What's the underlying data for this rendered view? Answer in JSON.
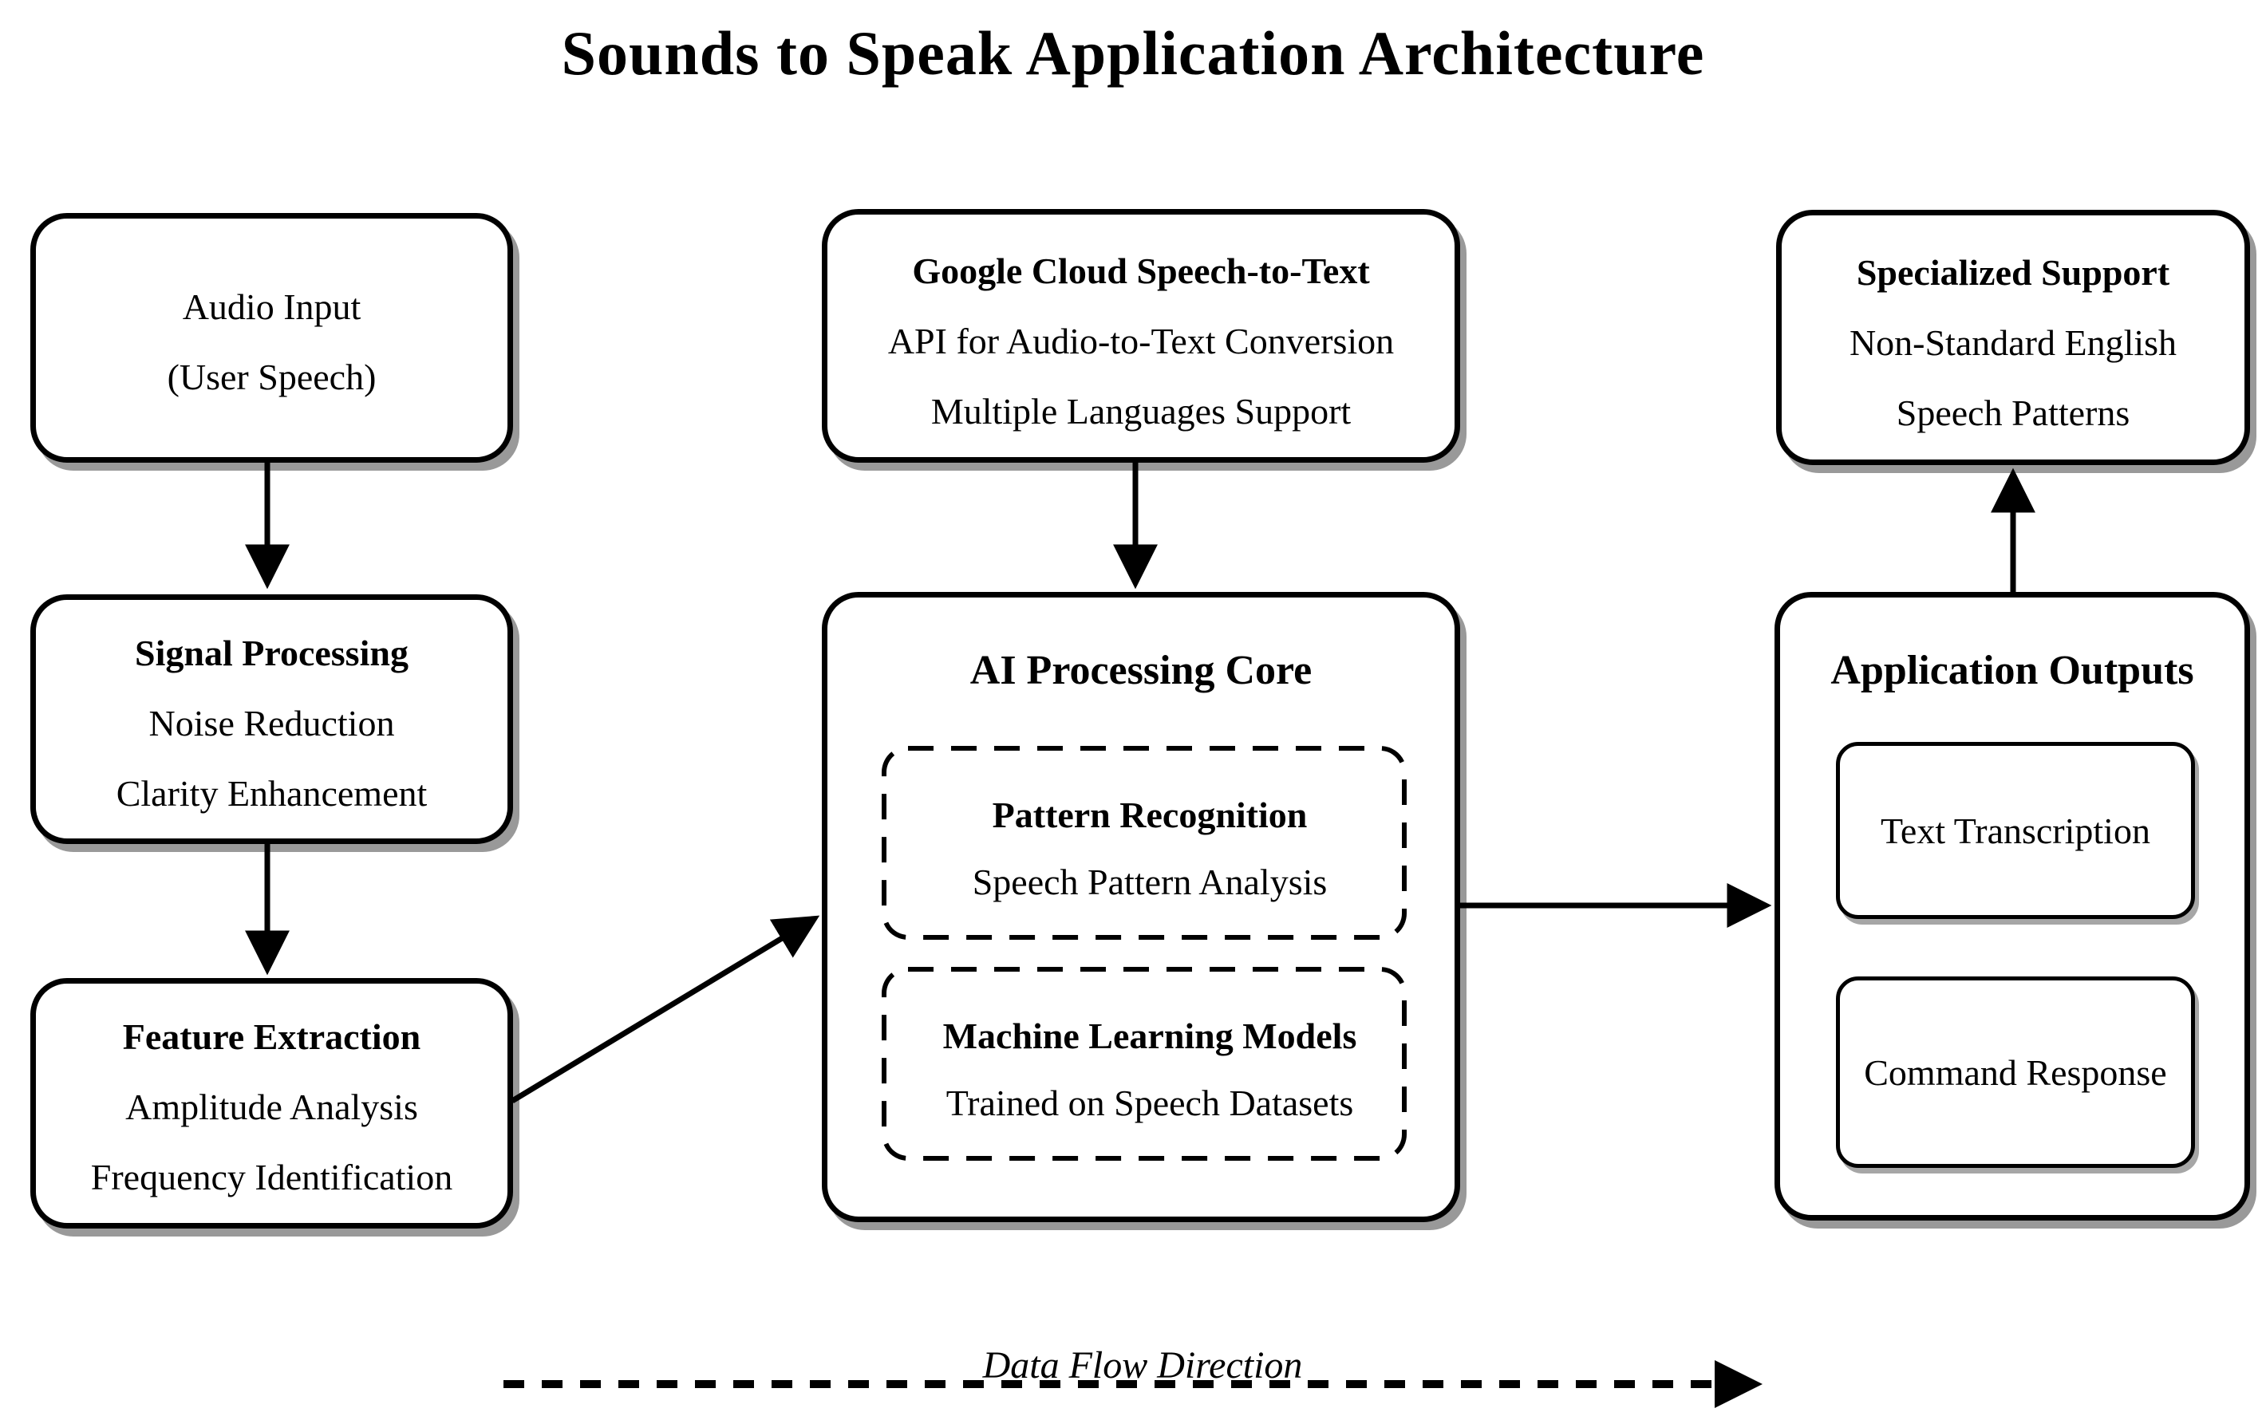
{
  "title": "Sounds to Speak Application Architecture",
  "nodes": {
    "audio_input": {
      "line1": "Audio Input",
      "line2": "(User Speech)"
    },
    "signal_processing": {
      "title": "Signal Processing",
      "line1": "Noise Reduction",
      "line2": "Clarity Enhancement"
    },
    "feature_extraction": {
      "title": "Feature Extraction",
      "line1": "Amplitude Analysis",
      "line2": "Frequency Identification"
    },
    "google_cloud_stt": {
      "title": "Google Cloud Speech-to-Text",
      "line1": "API for Audio-to-Text Conversion",
      "line2": "Multiple Languages Support"
    },
    "ai_processing_core": {
      "title": "AI Processing Core",
      "pattern_recognition": {
        "title": "Pattern Recognition",
        "line1": "Speech Pattern Analysis"
      },
      "machine_learning_models": {
        "title": "Machine Learning Models",
        "line1": "Trained on Speech Datasets"
      }
    },
    "specialized_support": {
      "title": "Specialized Support",
      "line1": "Non-Standard English",
      "line2": "Speech Patterns"
    },
    "application_outputs": {
      "title": "Application Outputs",
      "output1": "Text Transcription",
      "output2": "Command Response"
    }
  },
  "flow": {
    "label": "Data Flow Direction"
  },
  "colors": {
    "ink": "#000000",
    "paper": "#ffffff"
  }
}
